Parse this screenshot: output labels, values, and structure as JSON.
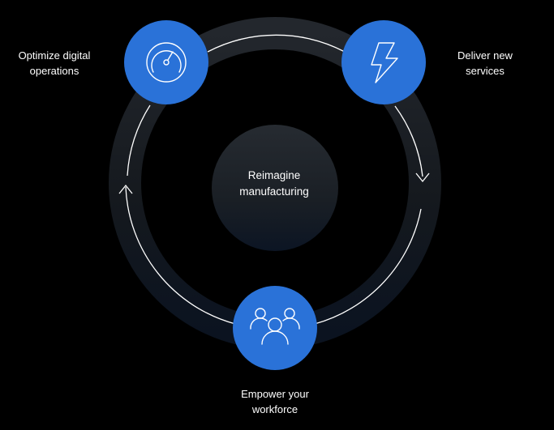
{
  "center": {
    "line1": "Reimagine",
    "line2": "manufacturing"
  },
  "nodes": {
    "optimize": {
      "line1": "Optimize digital",
      "line2": "operations",
      "icon": "speedometer-icon"
    },
    "deliver": {
      "line1": "Deliver new",
      "line2": "services",
      "icon": "lightning-bolt-icon"
    },
    "empower": {
      "line1": "Empower your",
      "line2": "workforce",
      "icon": "people-group-icon"
    }
  },
  "colors": {
    "background": "#000000",
    "node_fill": "#2a72d8",
    "ring": "#1a1f26",
    "center_circle": "#20262e",
    "stroke": "#ffffff"
  }
}
